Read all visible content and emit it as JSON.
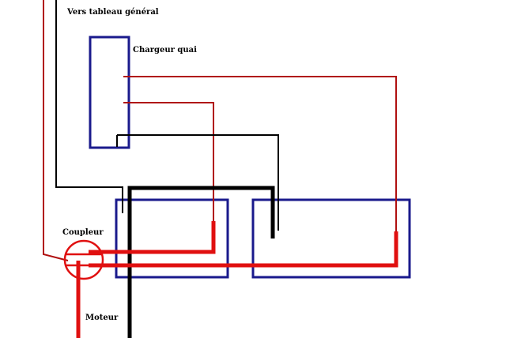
{
  "labels": {
    "tableau": "Vers tableau général",
    "chargeur": "Chargeur quai",
    "coupleur": "Coupleur",
    "moteur": "Moteur"
  },
  "colors": {
    "background": "#ffffff",
    "box_outline": "#1a1a8c",
    "wire_red": "#e01010",
    "wire_red_thin": "#b01010",
    "wire_black": "#000000"
  }
}
